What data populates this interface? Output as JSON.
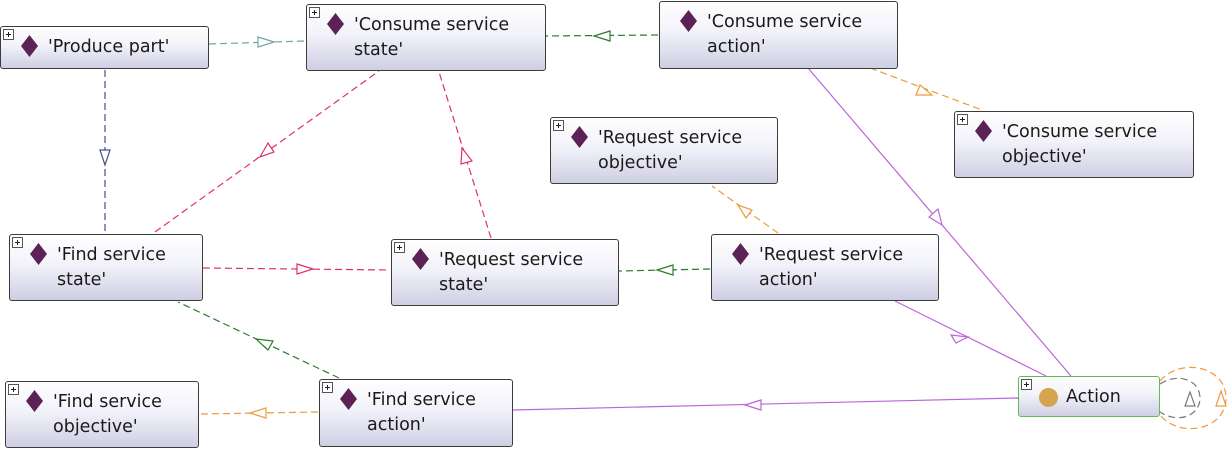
{
  "nodes": {
    "produce_part": "'Produce part'",
    "consume_service_state": "'Consume service state'",
    "consume_service_action": "'Consume service action'",
    "consume_service_objective": "'Consume service objective'",
    "request_service_objective": "'Request service objective'",
    "find_service_state": "'Find service state'",
    "request_service_state": "'Request service state'",
    "request_service_action": "'Request service action'",
    "find_service_objective": "'Find service objective'",
    "find_service_action": "'Find service action'",
    "action": "Action"
  },
  "icons": {
    "individual": "diamond-icon",
    "class": "circle-icon",
    "expand": "expand-icon"
  },
  "colors": {
    "individual_icon": "#5c2255",
    "class_icon": "#d4a44e",
    "class_border": "#5bbf4f",
    "edge_teal": "#6fa7a1",
    "edge_navy": "#4a4f8a",
    "edge_pink": "#e0306a",
    "edge_green": "#2d7a2d",
    "edge_orange": "#ee9a3e",
    "edge_purple": "#bb66d8",
    "edge_grey": "#7a7a7a"
  }
}
